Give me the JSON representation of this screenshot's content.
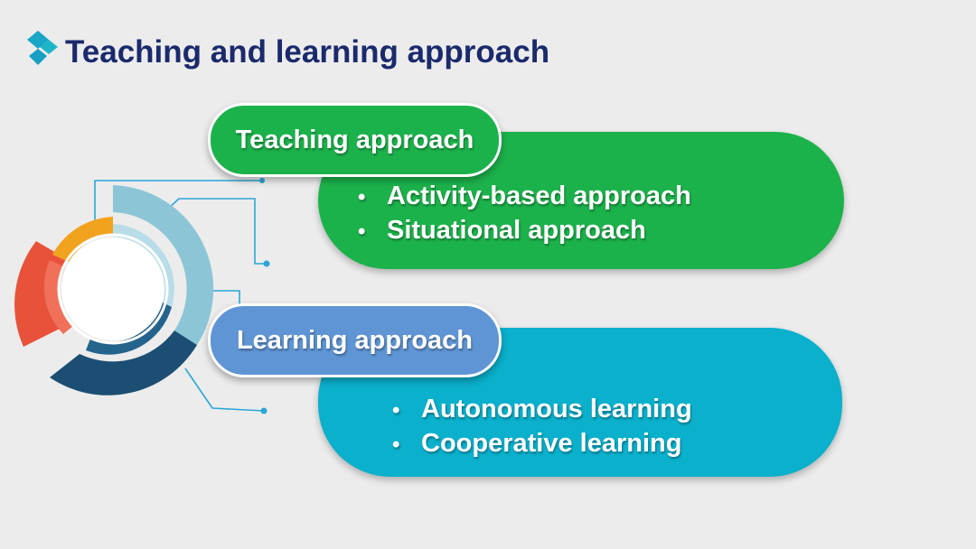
{
  "title": "Teaching and learning approach",
  "teaching": {
    "heading": "Teaching approach",
    "items": [
      "Activity-based approach",
      "Situational approach"
    ]
  },
  "learning": {
    "heading": "Learning approach",
    "items": [
      "Autonomous learning",
      "Cooperative learning"
    ]
  },
  "colors": {
    "title": "#1a2a6c",
    "green": "#1cb24b",
    "blue": "#5f95d5",
    "teal": "#0ab0cc",
    "orange_red": "#e8523a",
    "orange": "#f2a31e",
    "dark_navy": "#1c4e73"
  },
  "icons": {
    "title_icon": "diamond-logo-icon",
    "decor": "concentric-rings-decoration"
  }
}
